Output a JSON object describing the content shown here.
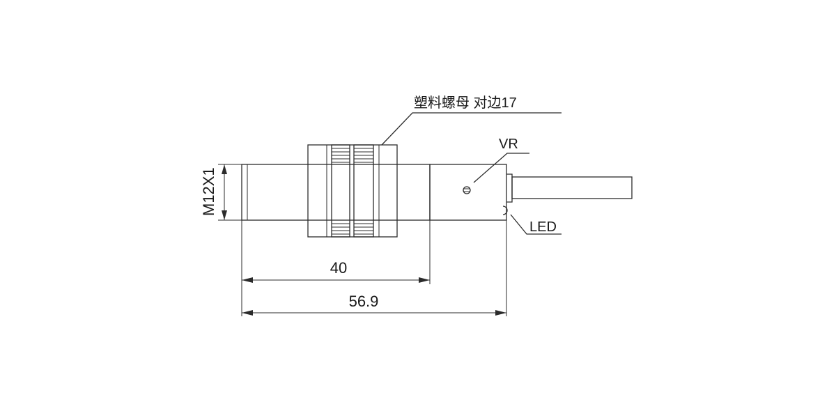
{
  "labels": {
    "nut": "塑料螺母 对边17",
    "vr": "VR",
    "led": "LED",
    "thread": "M12X1",
    "dim_short": "40",
    "dim_long": "56.9"
  }
}
